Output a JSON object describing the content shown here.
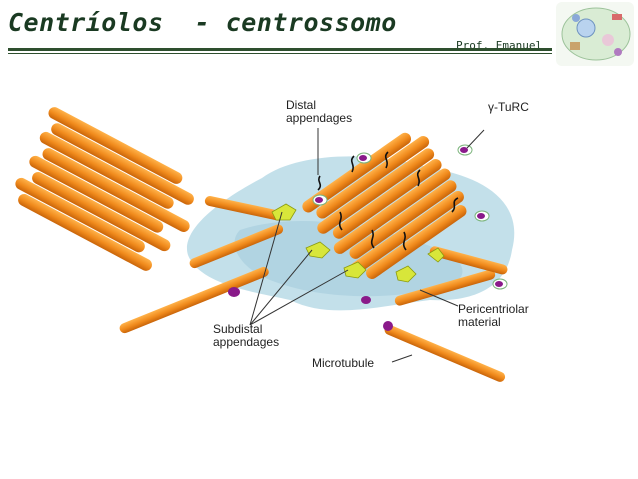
{
  "header": {
    "title": "Centríolos  - centrossomo",
    "author": "Prof. Emanuel"
  },
  "labels": {
    "distal": [
      "Distal",
      "appendages"
    ],
    "gamma": "γ-TuRC",
    "pericentriolar": [
      "Pericentriolar",
      "material"
    ],
    "subdistal": [
      "Subdistal",
      "appendages"
    ],
    "microtubule": "Microtubule"
  },
  "colors": {
    "header_green": "#2e4f2e",
    "centriole_orange": "#f08a1c",
    "cloud_blue": "#bcdde8",
    "appendage_yellow": "#d8e63a",
    "gamma_purple": "#8a1a8a"
  }
}
